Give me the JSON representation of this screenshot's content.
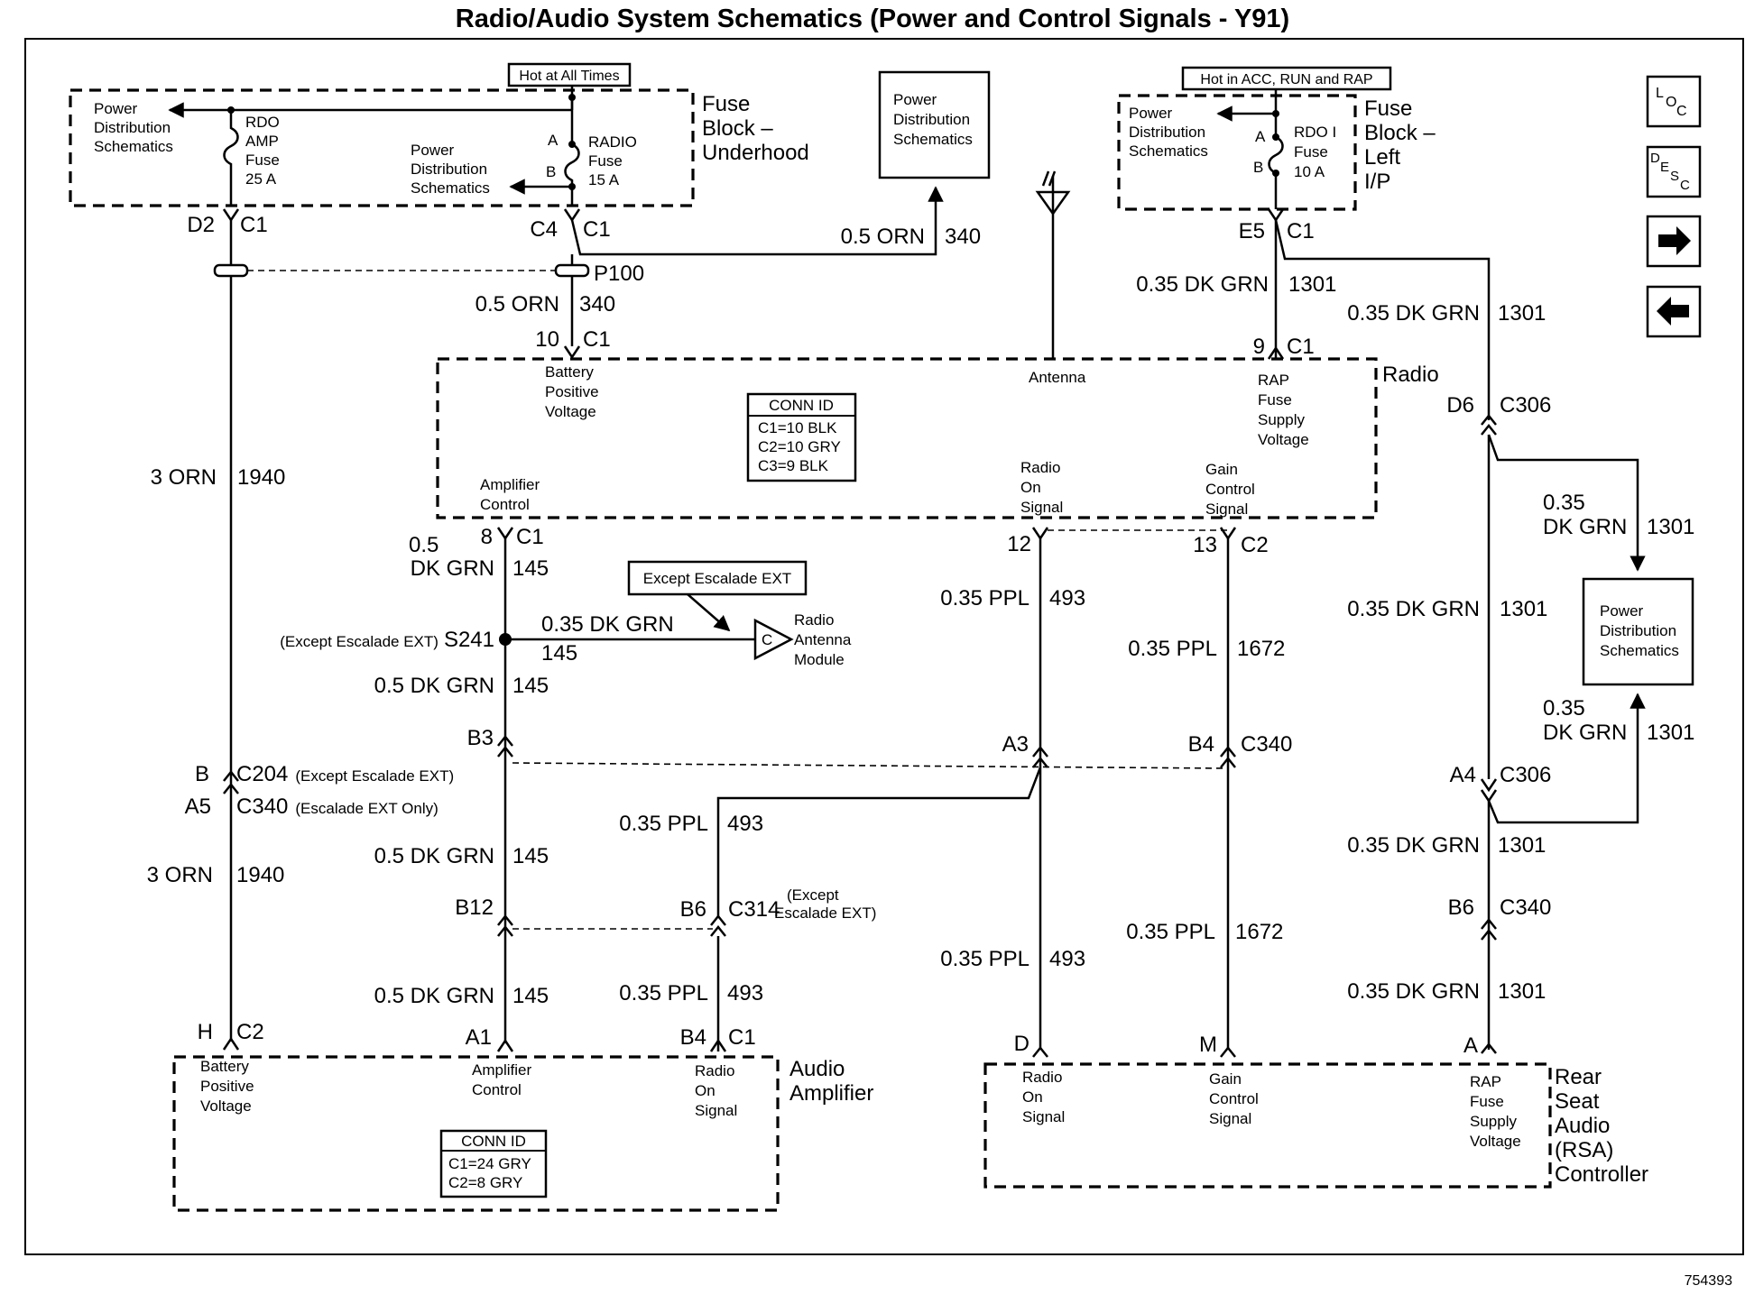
{
  "title": "Radio/Audio System Schematics (Power and Control Signals - Y91)",
  "doc_number": "754393",
  "nav": {
    "loc": "LOC",
    "desc": "DESC",
    "next_icon": "arrow-right-icon",
    "prev_icon": "arrow-left-icon"
  },
  "hot_labels": {
    "underhood": "Hot at All Times",
    "ip": "Hot in ACC, RUN and RAP"
  },
  "fuse_block_underhood": {
    "name": [
      "Fuse",
      "Block –",
      "Underhood"
    ],
    "pds_left": [
      "Power",
      "Distribution",
      "Schematics"
    ],
    "pds_mid": [
      "Power",
      "Distribution",
      "Schematics"
    ],
    "fuse1": [
      "RDO",
      "AMP",
      "Fuse",
      "25 A"
    ],
    "fuse2": [
      "RADIO",
      "Fuse",
      "15 A"
    ],
    "terminal_a": "A",
    "terminal_b": "B"
  },
  "pds_top": [
    "Power",
    "Distribution",
    "Schematics"
  ],
  "fuse_block_ip": {
    "name": [
      "Fuse",
      "Block –",
      "Left",
      "I/P"
    ],
    "pds": [
      "Power",
      "Distribution",
      "Schematics"
    ],
    "fuse": [
      "RDO I",
      "Fuse",
      "10 A"
    ],
    "terminal_a": "A",
    "terminal_b": "B"
  },
  "pds_right": [
    "Power",
    "Distribution",
    "Schematics"
  ],
  "radio": {
    "name": "Radio",
    "pin_battery": [
      "Battery",
      "Positive",
      "Voltage"
    ],
    "pin_antenna": "Antenna",
    "pin_rap": [
      "RAP",
      "Fuse",
      "Supply",
      "Voltage"
    ],
    "pin_amp": [
      "Amplifier",
      "Control"
    ],
    "pin_radio_on": [
      "Radio",
      "On",
      "Signal"
    ],
    "pin_gain": [
      "Gain",
      "Control",
      "Signal"
    ],
    "conn_title": "CONN ID",
    "conn_lines": [
      "C1=10 BLK",
      "C2=10 GRY",
      "C3=9 BLK"
    ]
  },
  "amplifier": {
    "name": [
      "Audio",
      "Amplifier"
    ],
    "pin_battery": [
      "Battery",
      "Positive",
      "Voltage"
    ],
    "pin_amp": [
      "Amplifier",
      "Control"
    ],
    "pin_radio_on": [
      "Radio",
      "On",
      "Signal"
    ],
    "conn_title": "CONN ID",
    "conn_lines": [
      "C1=24 GRY",
      "C2=8 GRY"
    ]
  },
  "rsa": {
    "name": [
      "Rear",
      "Seat",
      "Audio",
      "(RSA)",
      "Controller"
    ],
    "pin_radio_on": [
      "Radio",
      "On",
      "Signal"
    ],
    "pin_gain": [
      "Gain",
      "Control",
      "Signal"
    ],
    "pin_rap": [
      "RAP",
      "Fuse",
      "Supply",
      "Voltage"
    ]
  },
  "antenna_module": {
    "name": [
      "Radio",
      "Antenna",
      "Module"
    ],
    "pin": "C",
    "note": "Except Escalade EXT"
  },
  "splice": {
    "label": "S241",
    "note": "(Except Escalade EXT)"
  },
  "connectors": {
    "d2": "D2",
    "c1_a": "C1",
    "c4": "C4",
    "c1_b": "C1",
    "p100": "P100",
    "pin10": "10",
    "c1_c": "C1",
    "e5": "E5",
    "c1_d": "C1",
    "pin9": "9",
    "c1_e": "C1",
    "d6": "D6",
    "c306_a": "C306",
    "pin8": "8",
    "c1_f": "C1",
    "pin12": "12",
    "pin13": "13",
    "c2_a": "C2",
    "b3": "B3",
    "a3": "A3",
    "b4_a": "B4",
    "c340_a": "C340",
    "b": "B",
    "c204": "C204",
    "c204_note": "(Except Escalade EXT)",
    "a5": "A5",
    "c340_b": "C340",
    "c340_b_note": "(Escalade EXT Only)",
    "a4": "A4",
    "c306_b": "C306",
    "b12": "B12",
    "b6_a": "B6",
    "c314": "C314",
    "c314_note": [
      "(Except",
      "Escalade EXT)"
    ],
    "b6_b": "B6",
    "c340_c": "C340",
    "h": "H",
    "c2_b": "C2",
    "a1": "A1",
    "b4_b": "B4",
    "c1_g": "C1",
    "d": "D",
    "m": "M",
    "a": "A"
  },
  "wires": {
    "w340_top": [
      "0.5 ORN",
      "340"
    ],
    "w340_mid": [
      "0.5 ORN",
      "340"
    ],
    "w1301_a": [
      "0.35 DK GRN",
      "1301"
    ],
    "w1301_b": [
      "0.35 DK GRN",
      "1301"
    ],
    "w1940_a": [
      "3 ORN",
      "1940"
    ],
    "w1301_c": [
      "0.35",
      "DK GRN",
      "1301"
    ],
    "w145_a": [
      "0.5",
      "DK GRN",
      "145"
    ],
    "w493_a": [
      "0.35 PPL",
      "493"
    ],
    "w145_ant": [
      "0.35 DK GRN",
      "145"
    ],
    "w1672_a": [
      "0.35 PPL",
      "1672"
    ],
    "w1301_d": [
      "0.35 DK GRN",
      "1301"
    ],
    "w145_b": [
      "0.5 DK GRN",
      "145"
    ],
    "w1301_e": [
      "0.35",
      "DK GRN",
      "1301"
    ],
    "w493_b": [
      "0.35 PPL",
      "493"
    ],
    "w1301_f": [
      "0.35 DK GRN",
      "1301"
    ],
    "w145_c": [
      "0.5 DK GRN",
      "145"
    ],
    "w1940_b": [
      "3 ORN",
      "1940"
    ],
    "w1672_b": [
      "0.35 PPL",
      "1672"
    ],
    "w493_c": [
      "0.35 PPL",
      "493"
    ],
    "w145_d": [
      "0.5 DK GRN",
      "145"
    ],
    "w493_d": [
      "0.35 PPL",
      "493"
    ],
    "w1301_g": [
      "0.35 DK GRN",
      "1301"
    ]
  }
}
